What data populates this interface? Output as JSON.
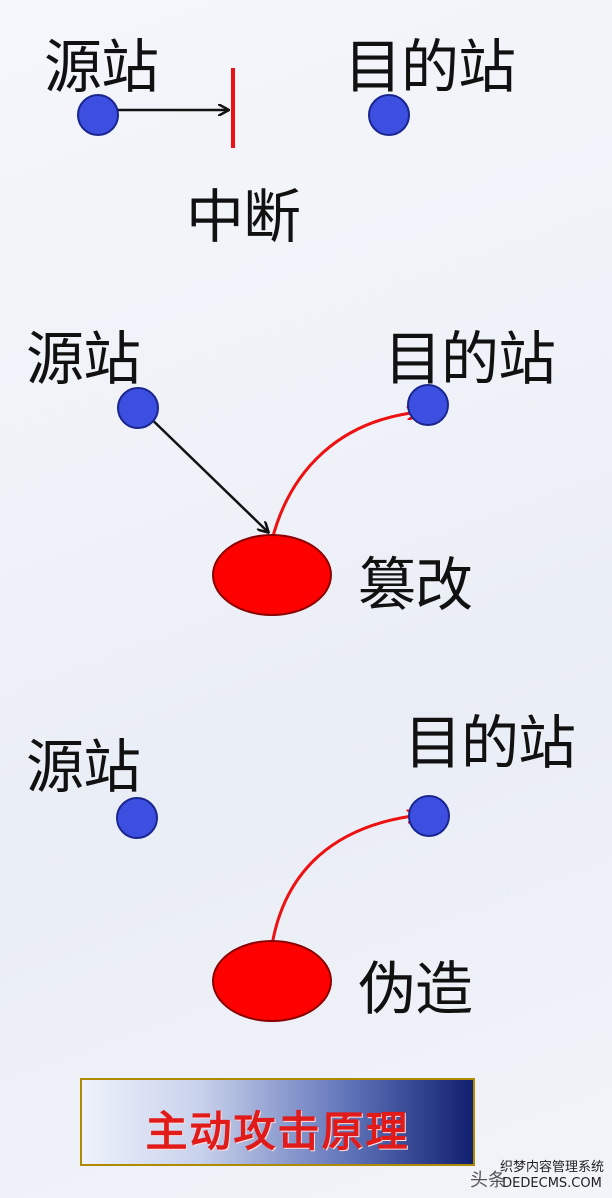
{
  "section1": {
    "source_label": "源站",
    "destination_label": "目的站",
    "attack_label": "中断"
  },
  "section2": {
    "source_label": "源站",
    "destination_label": "目的站",
    "attack_label": "篡改"
  },
  "section3": {
    "source_label": "源站",
    "destination_label": "目的站",
    "attack_label": "伪造"
  },
  "banner": {
    "title": "主动攻击原理"
  },
  "watermark": {
    "left_text": "头条",
    "right_text_top": "织梦内容管理系统",
    "right_text_bottom": "DEDECMS.COM"
  },
  "colors": {
    "station_node": "#3d4fe0",
    "attacker_node": "#ff0000",
    "forward_arrow": "#111111",
    "attack_arrow": "#ee1111",
    "banner_text": "#e11a1a"
  }
}
